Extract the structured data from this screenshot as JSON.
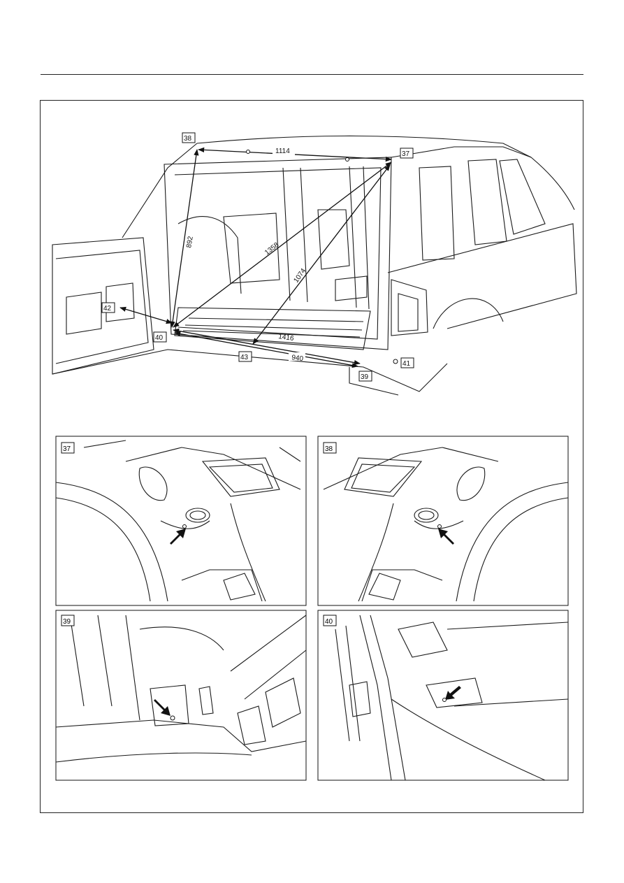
{
  "main_figure": {
    "callouts": [
      "38",
      "37",
      "42",
      "40",
      "43",
      "39",
      "41"
    ],
    "dimensions": [
      "1114",
      "892",
      "1358",
      "1074",
      "1416",
      "940"
    ]
  },
  "detail_views": [
    {
      "label": "37"
    },
    {
      "label": "38"
    },
    {
      "label": "39"
    },
    {
      "label": "40"
    }
  ],
  "colors": {
    "line": "#1a1a1a",
    "background": "#ffffff"
  }
}
